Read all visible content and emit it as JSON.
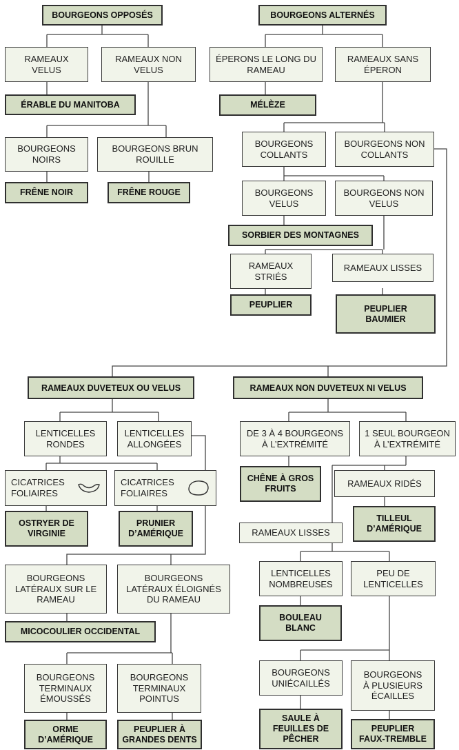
{
  "nodes": {
    "bourgeons_opposes": "BOURGEONS OPPOSÉS",
    "bourgeons_alternes": "BOURGEONS ALTERNÉS",
    "rameaux_velus": "RAMEAUX\nVELUS",
    "rameaux_non_velus": "RAMEAUX NON\nVELUS",
    "erable_manitoba": "ÉRABLE DU MANITOBA",
    "bourgeons_noirs": "BOURGEONS\nNOIRS",
    "bourgeons_brun_rouille": "BOURGEONS BRUN\nROUILLE",
    "frene_noir": "FRÊNE NOIR",
    "frene_rouge": "FRÊNE ROUGE",
    "eperons": "ÉPERONS LE LONG DU\nRAMEAU",
    "rameaux_sans_eperon": "RAMEAUX SANS\nÉPERON",
    "meleze": "MÉLÈZE",
    "bourgeons_collants": "BOURGEONS\nCOLLANTS",
    "bourgeons_non_collants": "BOURGEONS NON\nCOLLANTS",
    "bourgeons_velus": "BOURGEONS\nVELUS",
    "bourgeons_non_velus": "BOURGEONS NON\nVELUS",
    "sorbier": "SORBIER DES MONTAGNES",
    "rameaux_stries": "RAMEAUX\nSTRIÉS",
    "rameaux_lisses_1": "RAMEAUX LISSES",
    "peuplier": "PEUPLIER",
    "peuplier_baumier": "PEUPLIER\nBAUMIER",
    "rameaux_duveteux": "RAMEAUX DUVETEUX OU VELUS",
    "rameaux_non_duveteux": "RAMEAUX NON DUVETEUX NI VELUS",
    "lenticelles_rondes": "LENTICELLES\nRONDES",
    "lenticelles_allongees": "LENTICELLES\nALLONGÉES",
    "cicatrices_1": "CICATRICES\nFOLIAIRES",
    "cicatrices_2": "CICATRICES\nFOLIAIRES",
    "ostryer": "OSTRYER DE\nVIRGINIE",
    "prunier": "PRUNIER\nD’AMÉRIQUE",
    "bourgeons_lateraux_sur": "BOURGEONS\nLATÉRAUX SUR LE\nRAMEAU",
    "bourgeons_lateraux_eloignes": "BOURGEONS\nLATÉRAUX ÉLOIGNÉS\nDU RAMEAU",
    "micocoulier": "MICOCOULIER OCCIDENTAL",
    "bourgeons_emousses": "BOURGEONS\nTERMINAUX\nÉMOUSSÉS",
    "bourgeons_pointus": "BOURGEONS\nTERMINAUX\nPOINTUS",
    "orme": "ORME\nD’AMÉRIQUE",
    "peuplier_grandes_dents": "PEUPLIER À\nGRANDES DENTS",
    "trois_quatre_bourgeons": "DE 3 À 4 BOURGEONS\nÀ L’EXTRÉMITÉ",
    "un_seul_bourgeon": "1 SEUL BOURGEON\nÀ L’EXTRÉMITÉ",
    "chene": "CHÊNE À GROS\nFRUITS",
    "rameaux_rides": "RAMEAUX RIDÉS",
    "tilleul": "TILLEUL\nD’AMÉRIQUE",
    "rameaux_lisses_2": "RAMEAUX LISSES",
    "lenticelles_nombreuses": "LENTICELLES\nNOMBREUSES",
    "peu_lenticelles": "PEU DE\nLENTICELLES",
    "bouleau": "BOULEAU\nBLANC",
    "bourgeons_uniecailles": "BOURGEONS\nUNIÉCAILLÉS",
    "bourgeons_plusieurs_ecailles": "BOURGEONS\nÀ PLUSIEURS\nÉCAILLES",
    "saule": "SAULE À\nFEUILLES DE\nPÊCHER",
    "peuplier_faux_tremble": "PEUPLIER\nFAUX-TREMBLE"
  },
  "colors": {
    "result_fill": "#d4ddc4",
    "condition_fill": "#f1f4ea",
    "border": "#2f2f2f",
    "line": "#444444"
  },
  "icons": {
    "cicatrices_1": "crescent-leaf-scar-icon",
    "cicatrices_2": "round-leaf-scar-icon"
  }
}
